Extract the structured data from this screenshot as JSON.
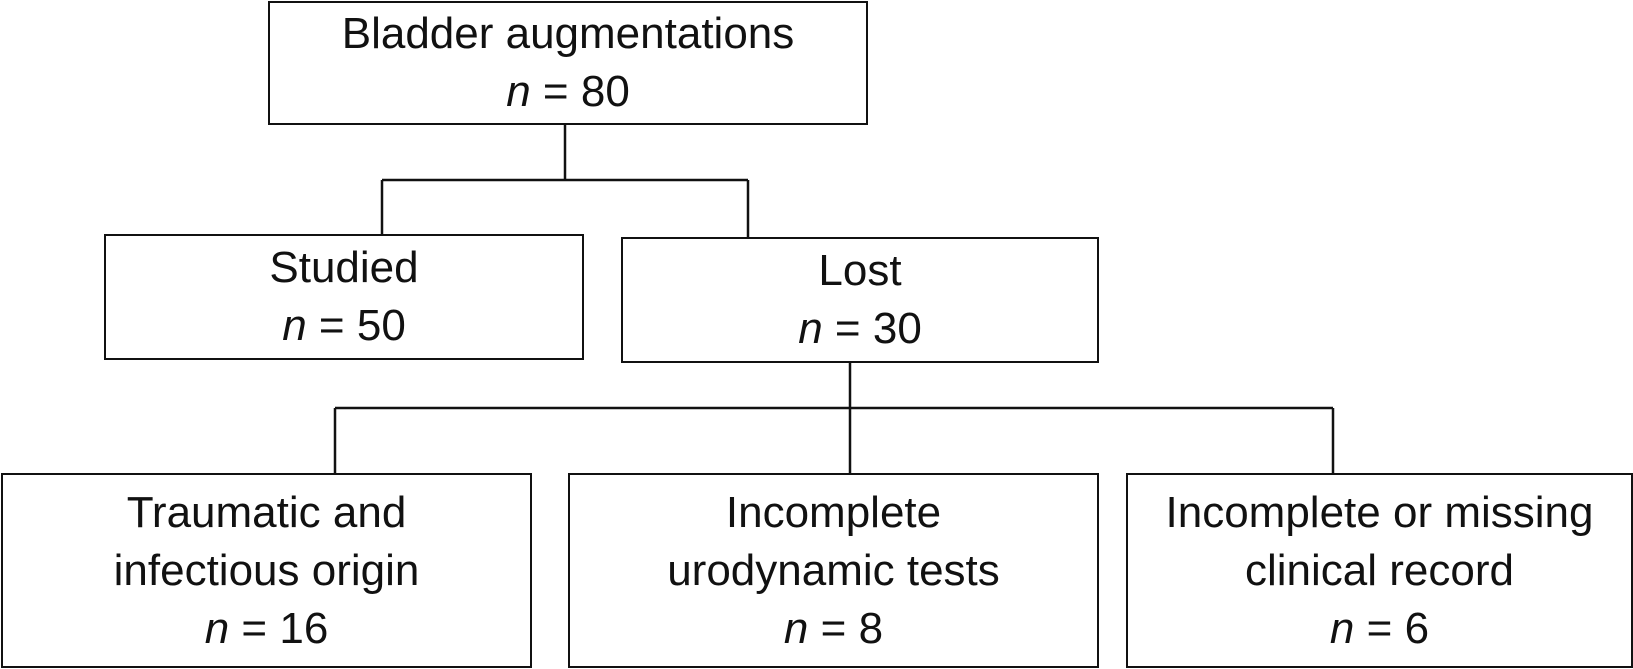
{
  "diagram": {
    "root": {
      "label": "Bladder augmentations",
      "n_symbol": "n",
      "count": "80"
    },
    "level1": [
      {
        "label": "Studied",
        "n_symbol": "n",
        "count": "50"
      },
      {
        "label": "Lost",
        "n_symbol": "n",
        "count": "30"
      }
    ],
    "level2": [
      {
        "label": "Traumatic and\ninfectious origin",
        "n_symbol": "n",
        "count": "16"
      },
      {
        "label": "Incomplete\nurodynamic tests",
        "n_symbol": "n",
        "count": "8"
      },
      {
        "label": "Incomplete or missing\nclinical record",
        "n_symbol": "n",
        "count": "6"
      }
    ],
    "equals": "="
  }
}
